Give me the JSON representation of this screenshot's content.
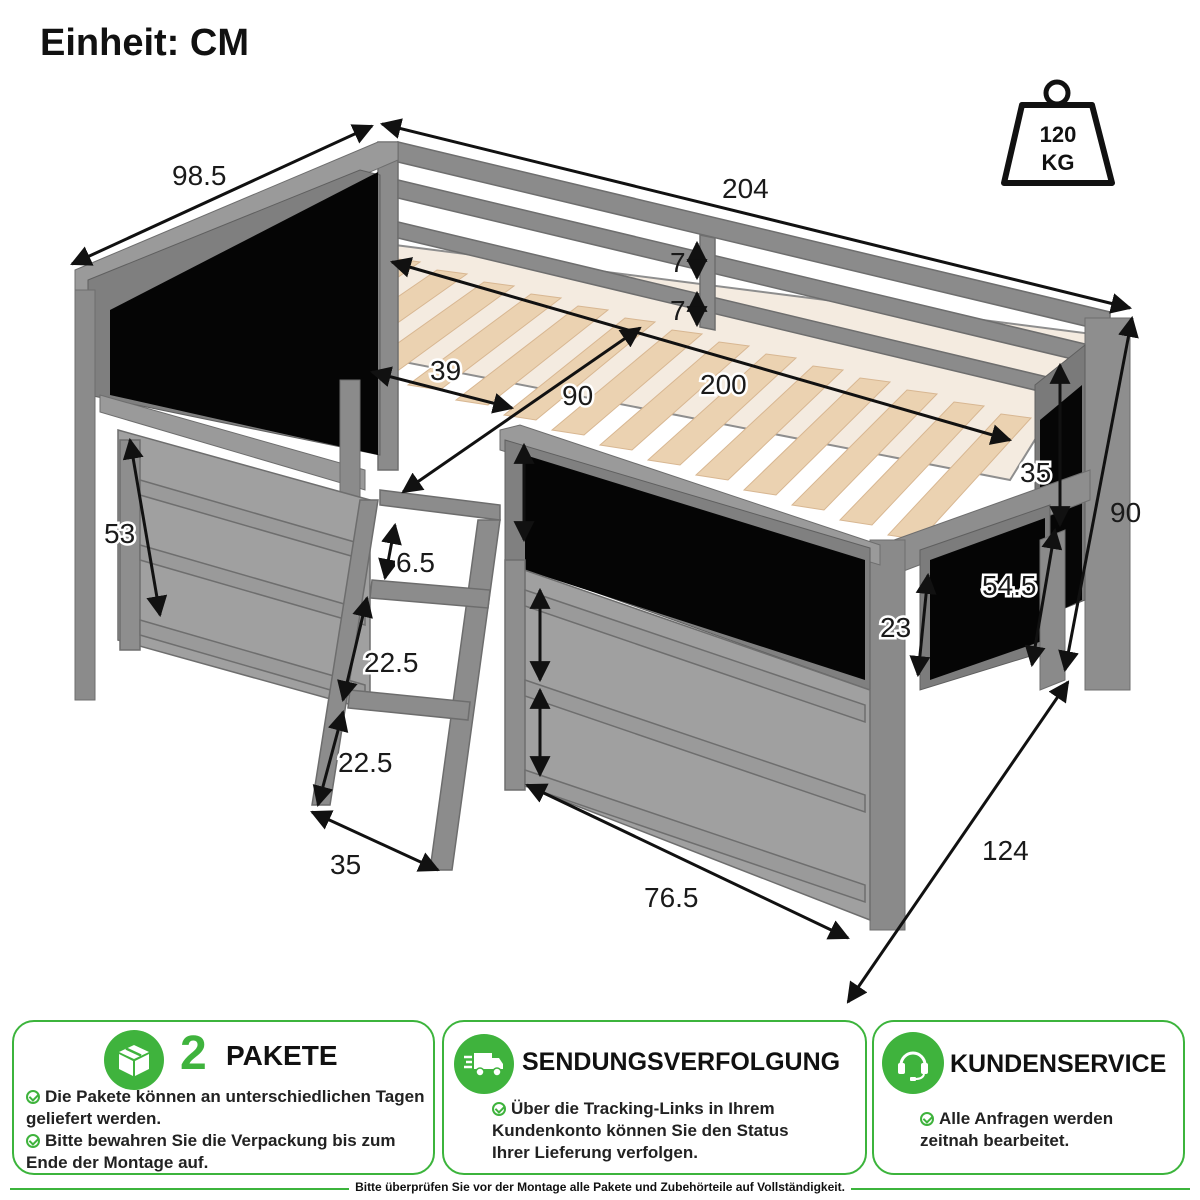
{
  "unit_title": "Einheit: CM",
  "weight": {
    "value": "120",
    "unit": "KG",
    "icon": "weight-icon"
  },
  "dimensions": {
    "width_total": "98.5",
    "length_total": "204",
    "rail_gap_top": "7",
    "rail_gap_bottom": "7",
    "inner_39": "39",
    "mattress_width": "90",
    "mattress_length": "200",
    "end_panel_35": "35",
    "total_height": "90",
    "shelf_height": "53",
    "step_6_5": "6.5",
    "leg_54_5": "54.5",
    "panel_23": "23",
    "ladder_step_1": "22.5",
    "ladder_step_2": "22.5",
    "ladder_width": "35",
    "shelf_width": "76.5",
    "depth_124": "124"
  },
  "colors": {
    "accent_green": "#3fb33d",
    "frame_grey": "#8a8a8a",
    "slat_wood": "#e9cfae"
  },
  "panels": [
    {
      "icon": "package-icon",
      "number": "2",
      "title": "PAKETE",
      "bullets": [
        "Die Pakete können an unterschiedlichen Tagen geliefert werden.",
        "Bitte bewahren Sie die Verpackung bis zum Ende der Montage auf."
      ]
    },
    {
      "icon": "delivery-truck-icon",
      "title": "SENDUNGSVERFOLGUNG",
      "bullets": [
        "Über die Tracking-Links in Ihrem Kundenkonto können Sie den Status Ihrer Lieferung verfolgen."
      ]
    },
    {
      "icon": "headset-icon",
      "title": "KUNDENSERVICE",
      "bullets": [
        "Alle Anfragen werden zeitnah bearbeitet."
      ]
    }
  ],
  "footer_note": "Bitte überprüfen Sie vor der Montage alle Pakete und Zubehörteile auf Vollständigkeit."
}
